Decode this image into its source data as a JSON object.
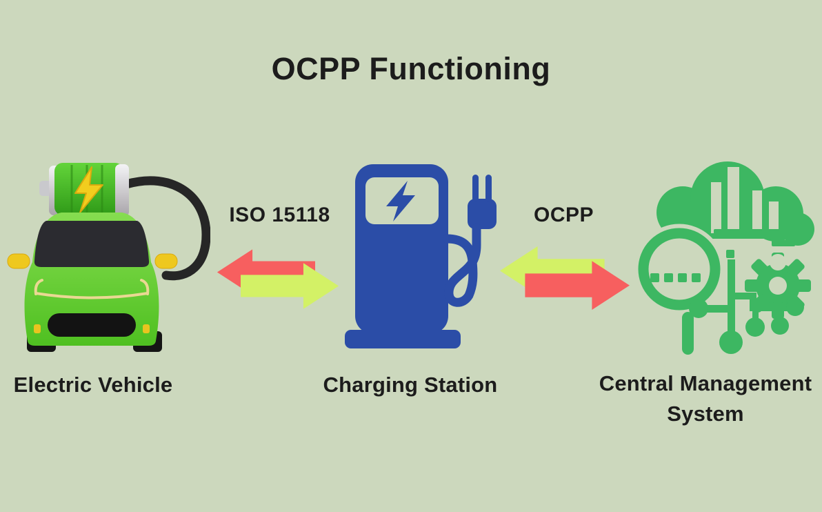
{
  "title": "OCPP Functioning",
  "colors": {
    "bg": "#ccd8bd",
    "text": "#1c1c1c",
    "red": "#f75f5f",
    "lime": "#d3f166",
    "blue": "#2b4da7",
    "green": "#3db762"
  },
  "nodes": [
    {
      "id": "electric-vehicle",
      "label": "Electric Vehicle",
      "icon": "electric-vehicle-icon"
    },
    {
      "id": "charging-station",
      "label": "Charging Station",
      "icon": "charging-station-icon"
    },
    {
      "id": "central-management-system",
      "label": "Central Management System",
      "icon": "central-management-system-icon"
    }
  ],
  "links": [
    {
      "label": "ISO 15118",
      "from": "Electric Vehicle",
      "to": "Charging Station",
      "arrows": [
        "red-arrow-left",
        "lime-arrow-right"
      ]
    },
    {
      "label": "OCPP",
      "from": "Charging Station",
      "to": "Central Management System",
      "arrows": [
        "lime-arrow-left",
        "red-arrow-right"
      ]
    }
  ]
}
